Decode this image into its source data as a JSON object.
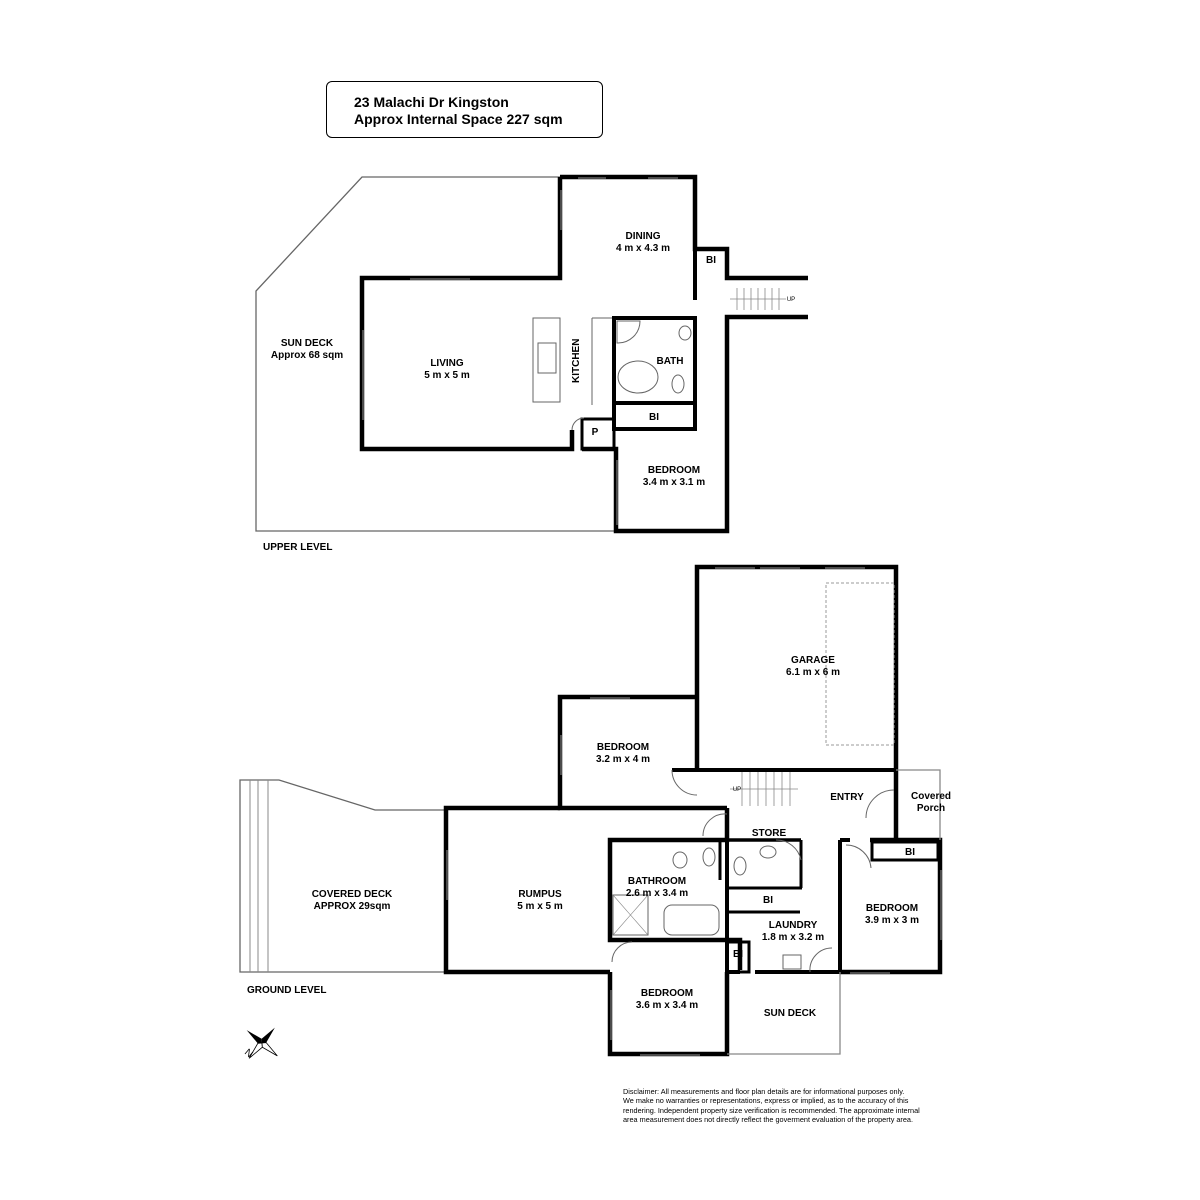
{
  "header": {
    "address": "23 Malachi Dr Kingston",
    "internal_space": "Approx Internal Space 227 sqm"
  },
  "levels": {
    "upper": "UPPER LEVEL",
    "ground": "GROUND LEVEL"
  },
  "upper_rooms": {
    "dining": {
      "name": "DINING",
      "size": "4 m x 4.3 m"
    },
    "living": {
      "name": "LIVING",
      "size": "5 m x 5 m"
    },
    "sun_deck": {
      "name": "SUN DECK",
      "size": "Approx 68 sqm"
    },
    "kitchen": {
      "name": "KITCHEN"
    },
    "bath": {
      "name": "BATH"
    },
    "bi_1": {
      "name": "BI"
    },
    "bi_2": {
      "name": "BI"
    },
    "pantry": {
      "name": "P"
    },
    "bedroom": {
      "name": "BEDROOM",
      "size": "3.4 m x 3.1 m"
    },
    "stairs": {
      "name": "UP"
    }
  },
  "ground_rooms": {
    "garage": {
      "name": "GARAGE",
      "size": "6.1 m x 6 m"
    },
    "bedroom_1": {
      "name": "BEDROOM",
      "size": "3.2 m x 4 m"
    },
    "entry": {
      "name": "ENTRY"
    },
    "covered_porch": {
      "name": "Covered",
      "name2": "Porch"
    },
    "store": {
      "name": "STORE"
    },
    "bi_1": {
      "name": "BI"
    },
    "bi_2": {
      "name": "BI"
    },
    "bi_3": {
      "name": "BI"
    },
    "covered_deck": {
      "name": "COVERED DECK",
      "size": "APPROX 29sqm"
    },
    "rumpus": {
      "name": "RUMPUS",
      "size": "5 m x 5 m"
    },
    "bathroom": {
      "name": "BATHROOM",
      "size": "2.6 m x 3.4 m"
    },
    "laundry": {
      "name": "LAUNDRY",
      "size": "1.8 m x 3.2 m"
    },
    "bedroom_2": {
      "name": "BEDROOM",
      "size": "3.9 m x 3 m"
    },
    "bedroom_3": {
      "name": "BEDROOM",
      "size": "3.6 m x 3.4 m"
    },
    "sun_deck": {
      "name": "SUN DECK"
    },
    "stairs": {
      "name": "UP"
    }
  },
  "compass": {
    "label": "N"
  },
  "disclaimer": [
    "Disclaimer: All measurements and floor plan details are for informational purposes only.",
    "We  make no warranties or representations, express or implied, as to the accuracy of this",
    "rendering. Independent property size verification is recommended. The approximate internal",
    "area measurement does not directly reflect the goverment evaluation of the property area."
  ],
  "colors": {
    "wall": "#000000",
    "thin": "#7a7a7a",
    "background": "#ffffff"
  }
}
